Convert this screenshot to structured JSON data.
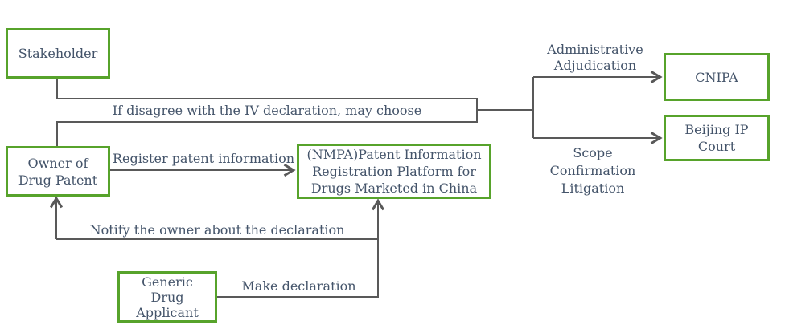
{
  "diagram": {
    "nodes": {
      "stakeholder": {
        "label": "Stakeholder"
      },
      "owner": {
        "label": "Owner of\nDrug Patent"
      },
      "platform": {
        "label": "(NMPA)Patent Information\nRegistration Platform for\nDrugs Marketed in China"
      },
      "generic": {
        "label": "Generic\nDrug\nApplicant"
      },
      "cnipa": {
        "label": "CNIPA"
      },
      "court": {
        "label": "Beijing IP\nCourt"
      }
    },
    "edge_labels": {
      "disagree": {
        "label": "If disagree with the IV declaration, may choose"
      },
      "register": {
        "label": "Register patent information"
      },
      "notify": {
        "label": "Notify the owner about the declaration"
      },
      "make": {
        "label": "Make declaration"
      },
      "admin": {
        "label": "Administrative\nAdjudication"
      },
      "scope": {
        "label": "Scope\nConfirmation\nLitigation"
      }
    },
    "colors": {
      "node-border": "#57a32b",
      "connector": "#595959",
      "text": "#44546a",
      "background": "#ffffff"
    }
  }
}
